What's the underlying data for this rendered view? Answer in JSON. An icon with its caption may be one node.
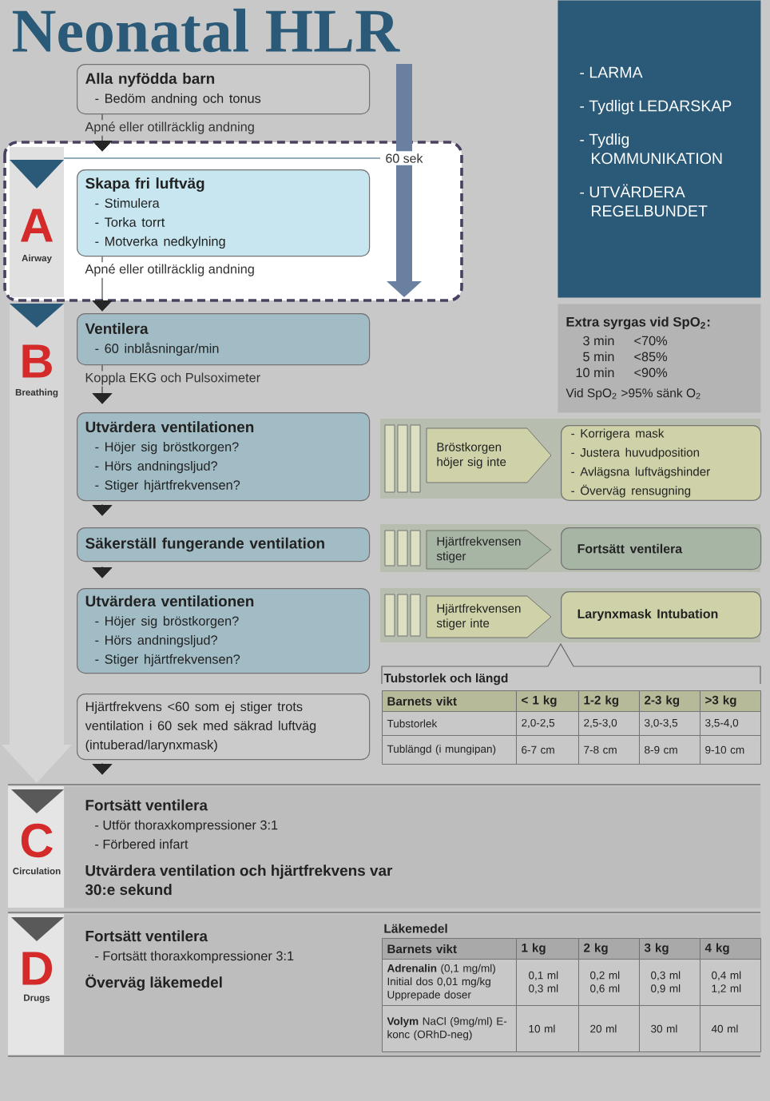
{
  "diagram": {
    "title": "Neonatal HLR",
    "nodes": [
      {
        "text": [
          "Alla nyfödda barn",
          "- Bedöm andning och tonus"
        ]
      },
      {
        "text": [
          "Skapa fri luftväg",
          "- Stimulera",
          "- Torka torrt",
          "- Motverka nedkylning"
        ]
      },
      {
        "text": [
          "Ventilera",
          "- 60 inblåsningar/min"
        ]
      },
      {
        "text": [
          "Utvärdera ventilationen",
          "- Höjer sig bröstkorgen?",
          "- Hörs andningsljud?",
          "- Stiger hjärtfrekvensen?"
        ]
      },
      {
        "text": [
          "Säkerställ fungerande ventilation"
        ]
      },
      {
        "text": [
          "Utvärdera ventilationen",
          "- Höjer sig bröstkorgen?",
          "- Hörs andningsljud?",
          "- Stiger hjärtfrekvensen?"
        ]
      },
      {
        "text": [
          "Hjärtfrekvens <60 som ej stiger trots ventilation i 60 sek med säkrad luftväg (intuberad/larynxmask)"
        ]
      },
      {
        "text": [
          "Fortsätt ventilera",
          "- Utför thoraxkompressioner 3:1",
          "- Förbered infart",
          "Utvärdera ventilation och hjärtfrekvens var 30:e sekund"
        ]
      },
      {
        "text": [
          "Fortsätt ventilera",
          "- Fortsätt thoraxkompressioner 3:1",
          "Överväg läkemedel"
        ]
      },
      {
        "text": [
          "Bröstkorgen höjer sig inte"
        ]
      },
      {
        "text": [
          "- Korrigera mask",
          "- Justera huvudposition",
          "- Avlägsna luftvägshinder",
          "- Överväg rensugning"
        ]
      },
      {
        "text": [
          "Hjärtfrekvensen stiger"
        ]
      },
      {
        "text": [
          "Fortsätt ventilera"
        ]
      },
      {
        "text": [
          "Hjärtfrekvensen stiger inte"
        ]
      },
      {
        "text": [
          "Larynxmask Intubation"
        ]
      },
      {
        "text": [
          "- LARMA",
          "- Tydligt LEDARSKAP",
          "- Tydlig KOMMUNIKATION",
          "- UTVÄRDERA REGELBUNDET"
        ]
      },
      {
        "text": [
          "Extra syrgas vid SpO$_{2}$:",
          "3 min",
          "<70%",
          "5 min",
          "<85%",
          "10 min",
          "<90%",
          "Vid SpO$_{2}$ >95% sänk O$_{2}$"
        ]
      }
    ],
    "edges": [
      {
        "from": 0,
        "to": 1,
        "arrow": "to",
        "label": "Apné eller otillräcklig andning"
      },
      {
        "from": 1,
        "to": 2,
        "arrow": "to",
        "label": "Apné eller otillräcklig andning"
      },
      {
        "from": 2,
        "to": 3,
        "arrow": "to",
        "label": "Koppla EKG och Pulsoximeter"
      },
      {
        "from": 3,
        "to": 4,
        "arrow": "to"
      },
      {
        "from": 4,
        "to": 5,
        "arrow": "to"
      },
      {
        "from": 6,
        "to": 7,
        "arrow": "to"
      }
    ],
    "labels": [
      "A",
      "Airway",
      "60 sek",
      "B",
      "Breathing",
      "C",
      "Circulation",
      "D",
      "Drugs",
      "Tubstorlek och längd",
      "Barnets vikt",
      "< 1 kg",
      "1-2 kg",
      "2-3 kg",
      ">3 kg",
      "Tubstorlek",
      "2,0-2,5",
      "2,5-3,0",
      "3,0-3,5",
      "3,5-4,0",
      "Tublängd (i mungipan)",
      "6-7 cm",
      "7-8 cm",
      "8-9 cm",
      "9-10 cm",
      "Läkemedel",
      "Barnets vikt",
      "1 kg",
      "2 kg",
      "3 kg",
      "4 kg",
      "**Adrenalin** (0,1 mg/ml) Initial dos 0,01 mg/kg Upprepade doser",
      "0,1 ml 0,3 ml",
      "0,2 ml 0,6 ml",
      "0,3 ml 0,9 ml",
      "0,4 ml 1,2 ml",
      "**Volym** NaCl (9mg/ml) E-konc (ORhD-neg)",
      "10 ml",
      "20 ml",
      "30 ml",
      "40 ml"
    ]
  }
}
